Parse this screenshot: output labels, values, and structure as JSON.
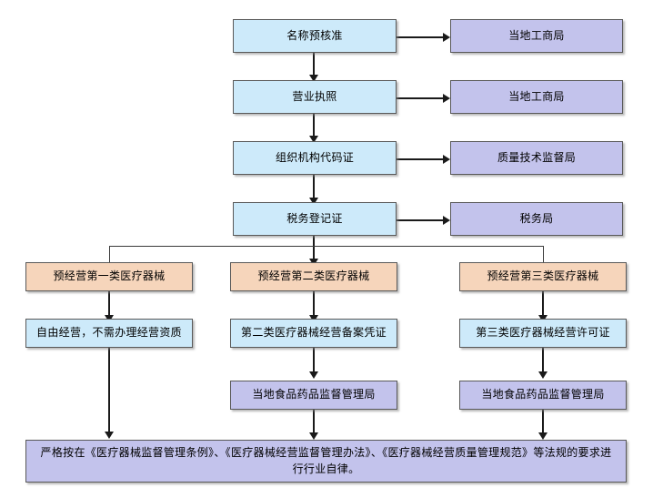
{
  "diagram": {
    "title_text_present": false,
    "colors": {
      "process_blue": "#cdeafa",
      "authority_purple": "#c3c3ec",
      "category_peach": "#f6d5bb",
      "border": "#595959",
      "connector": "#1a1a1a",
      "background": "#ffffff"
    },
    "nodes": {
      "name_preapproval": "名称预核准",
      "authority_1": "当地工商局",
      "business_license": "营业执照",
      "authority_2": "当地工商局",
      "org_code_cert": "组织机构代码证",
      "authority_3": "质量技术监督局",
      "tax_registration": "税务登记证",
      "authority_4": "税务局",
      "class1_plan": "预经营第一类医疗器械",
      "class2_plan": "预经营第二类医疗器械",
      "class3_plan": "预经营第三类医疗器械",
      "class1_result": "自由经营，不需办理经营资质",
      "class2_result": "第二类医疗器械经营备案凭证",
      "class3_result": "第三类医疗器械经营许可证",
      "class2_authority": "当地食品药品监督管理局",
      "class3_authority": "当地食品药品监督管理局",
      "footer_note": "严格按在《医疗器械监督管理条例》、《医疗器械经营监督管理办法》、《医疗器械经营质量管理规范》等法规的要求进行行业自律。"
    },
    "flow_order": [
      "名称预核准",
      "营业执照",
      "组织机构代码证",
      "税务登记证"
    ],
    "branches": [
      "预经营第一类医疗器械",
      "预经营第二类医疗器械",
      "预经营第三类医疗器械"
    ]
  }
}
